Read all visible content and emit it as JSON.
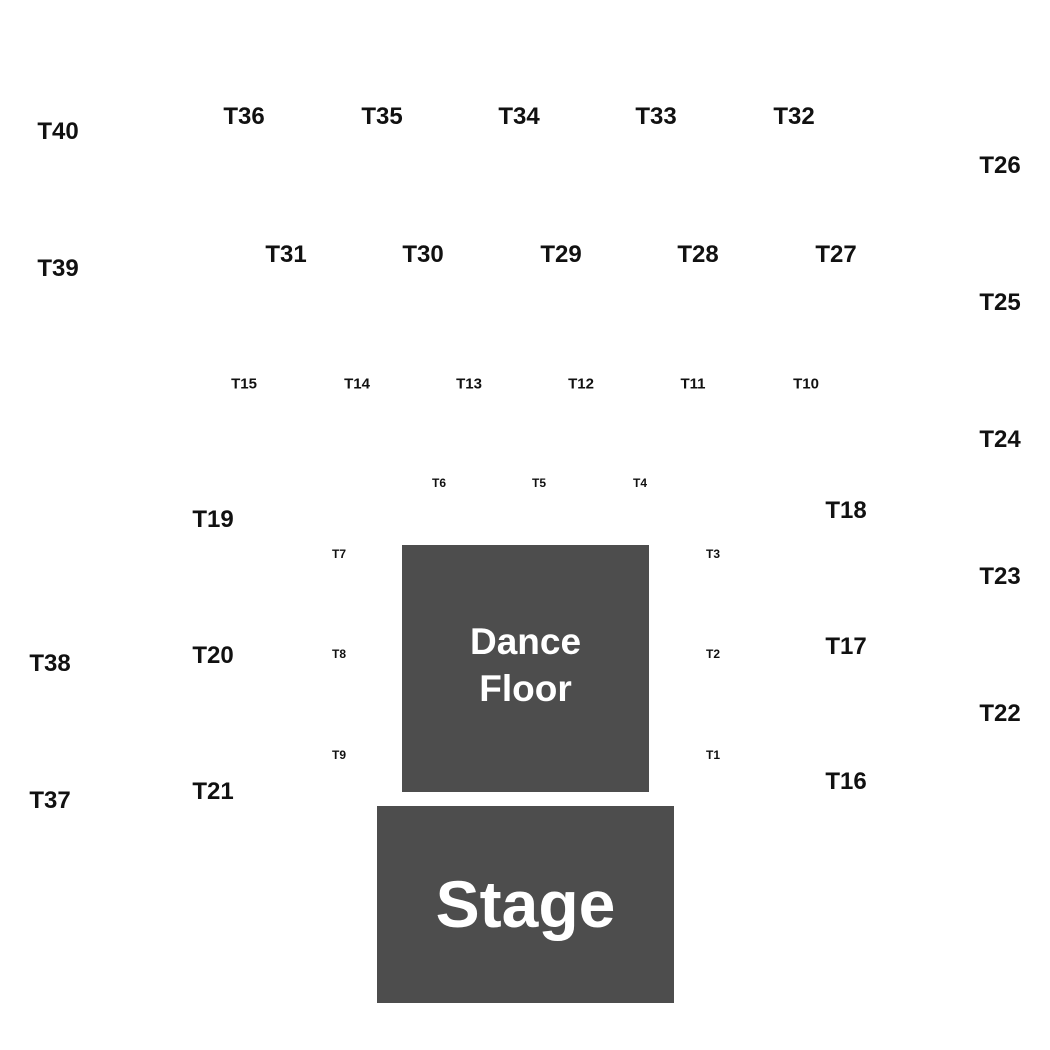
{
  "venue": {
    "dance_floor_label": "Dance Floor",
    "stage_label": "Stage",
    "colors": {
      "block_fill": "#4d4d4d",
      "block_text": "#ffffff",
      "label_text": "#111111",
      "background": "#ffffff"
    }
  },
  "tables": {
    "T1": "T1",
    "T2": "T2",
    "T3": "T3",
    "T4": "T4",
    "T5": "T5",
    "T6": "T6",
    "T7": "T7",
    "T8": "T8",
    "T9": "T9",
    "T10": "T10",
    "T11": "T11",
    "T12": "T12",
    "T13": "T13",
    "T14": "T14",
    "T15": "T15",
    "T16": "T16",
    "T17": "T17",
    "T18": "T18",
    "T19": "T19",
    "T20": "T20",
    "T21": "T21",
    "T22": "T22",
    "T23": "T23",
    "T24": "T24",
    "T25": "T25",
    "T26": "T26",
    "T27": "T27",
    "T28": "T28",
    "T29": "T29",
    "T30": "T30",
    "T31": "T31",
    "T32": "T32",
    "T33": "T33",
    "T34": "T34",
    "T35": "T35",
    "T36": "T36",
    "T37": "T37",
    "T38": "T38",
    "T39": "T39",
    "T40": "T40"
  }
}
